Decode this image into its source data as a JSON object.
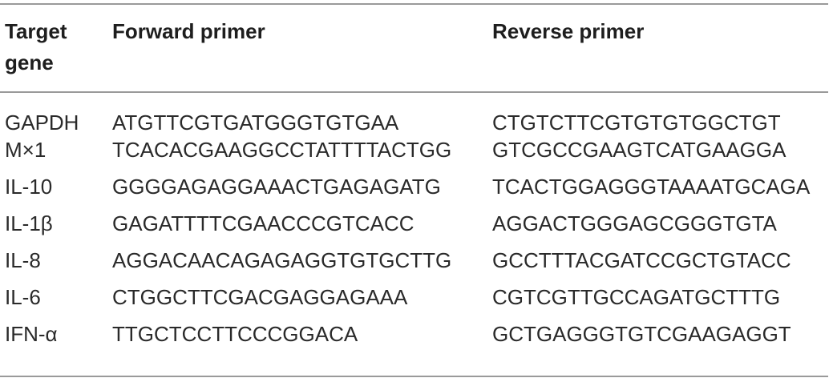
{
  "table": {
    "headers": {
      "target_gene_line1": "Target",
      "target_gene_line2": "gene",
      "forward": "Forward primer",
      "reverse": "Reverse primer"
    },
    "rows": [
      {
        "gene": "GAPDH",
        "forward": "ATGTTCGTGATGGGTGTGAA",
        "reverse": "CTGTCTTCGTGTGTGGCTGT"
      },
      {
        "gene": "M×1",
        "forward": "TCACACGAAGGCCTATTTTACTGG",
        "reverse": "GTCGCCGAAGTCATGAAGGA"
      },
      {
        "gene": "IL-10",
        "forward": "GGGGAGAGGAAACTGAGAGATG",
        "reverse": "TCACTGGAGGGTAAAATGCAGA"
      },
      {
        "gene": "IL-1β",
        "forward": "GAGATTTTCGAACCCGTCACC",
        "reverse": "AGGACTGGGAGCGGGTGTA"
      },
      {
        "gene": "IL-8",
        "forward": "AGGACAACAGAGAGGTGTGCTTG",
        "reverse": "GCCTTTACGATCCGCTGTACC"
      },
      {
        "gene": "IL-6",
        "forward": "CTGGCTTCGACGAGGAGAAA",
        "reverse": "CGTCGTTGCCAGATGCTTTG"
      },
      {
        "gene": "IFN-α",
        "forward": "TTGCTCCTTCCCGGACA",
        "reverse": "GCTGAGGGTGTCGAAGAGGT"
      }
    ]
  }
}
